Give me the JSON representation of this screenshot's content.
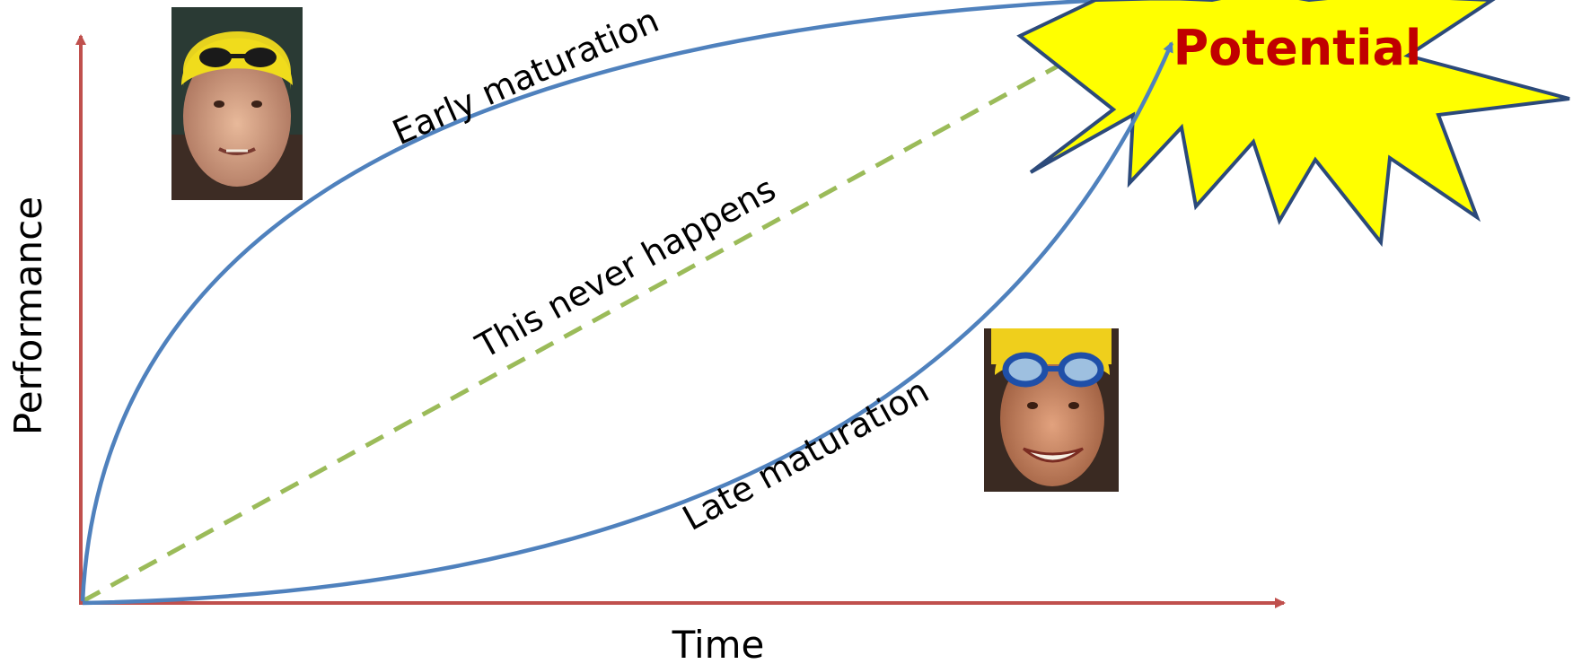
{
  "axes": {
    "x_label": "Time",
    "y_label": "Performance"
  },
  "curves": {
    "early": "Early maturation",
    "late": "Late maturation",
    "never": "This never happens"
  },
  "potential": {
    "label": "Potential"
  },
  "colors": {
    "axis": "#c0504d",
    "curve": "#4f81bd",
    "dashed": "#9bbb59",
    "burst_fill": "#ffff00",
    "burst_stroke": "#2c4a7a",
    "potential_text": "#c00000"
  },
  "photos": {
    "early_swimmer": "photo of young swimmer with yellow cap and black goggles",
    "late_swimmer": "photo of smiling young swimmer with yellow cap and blue goggles"
  }
}
